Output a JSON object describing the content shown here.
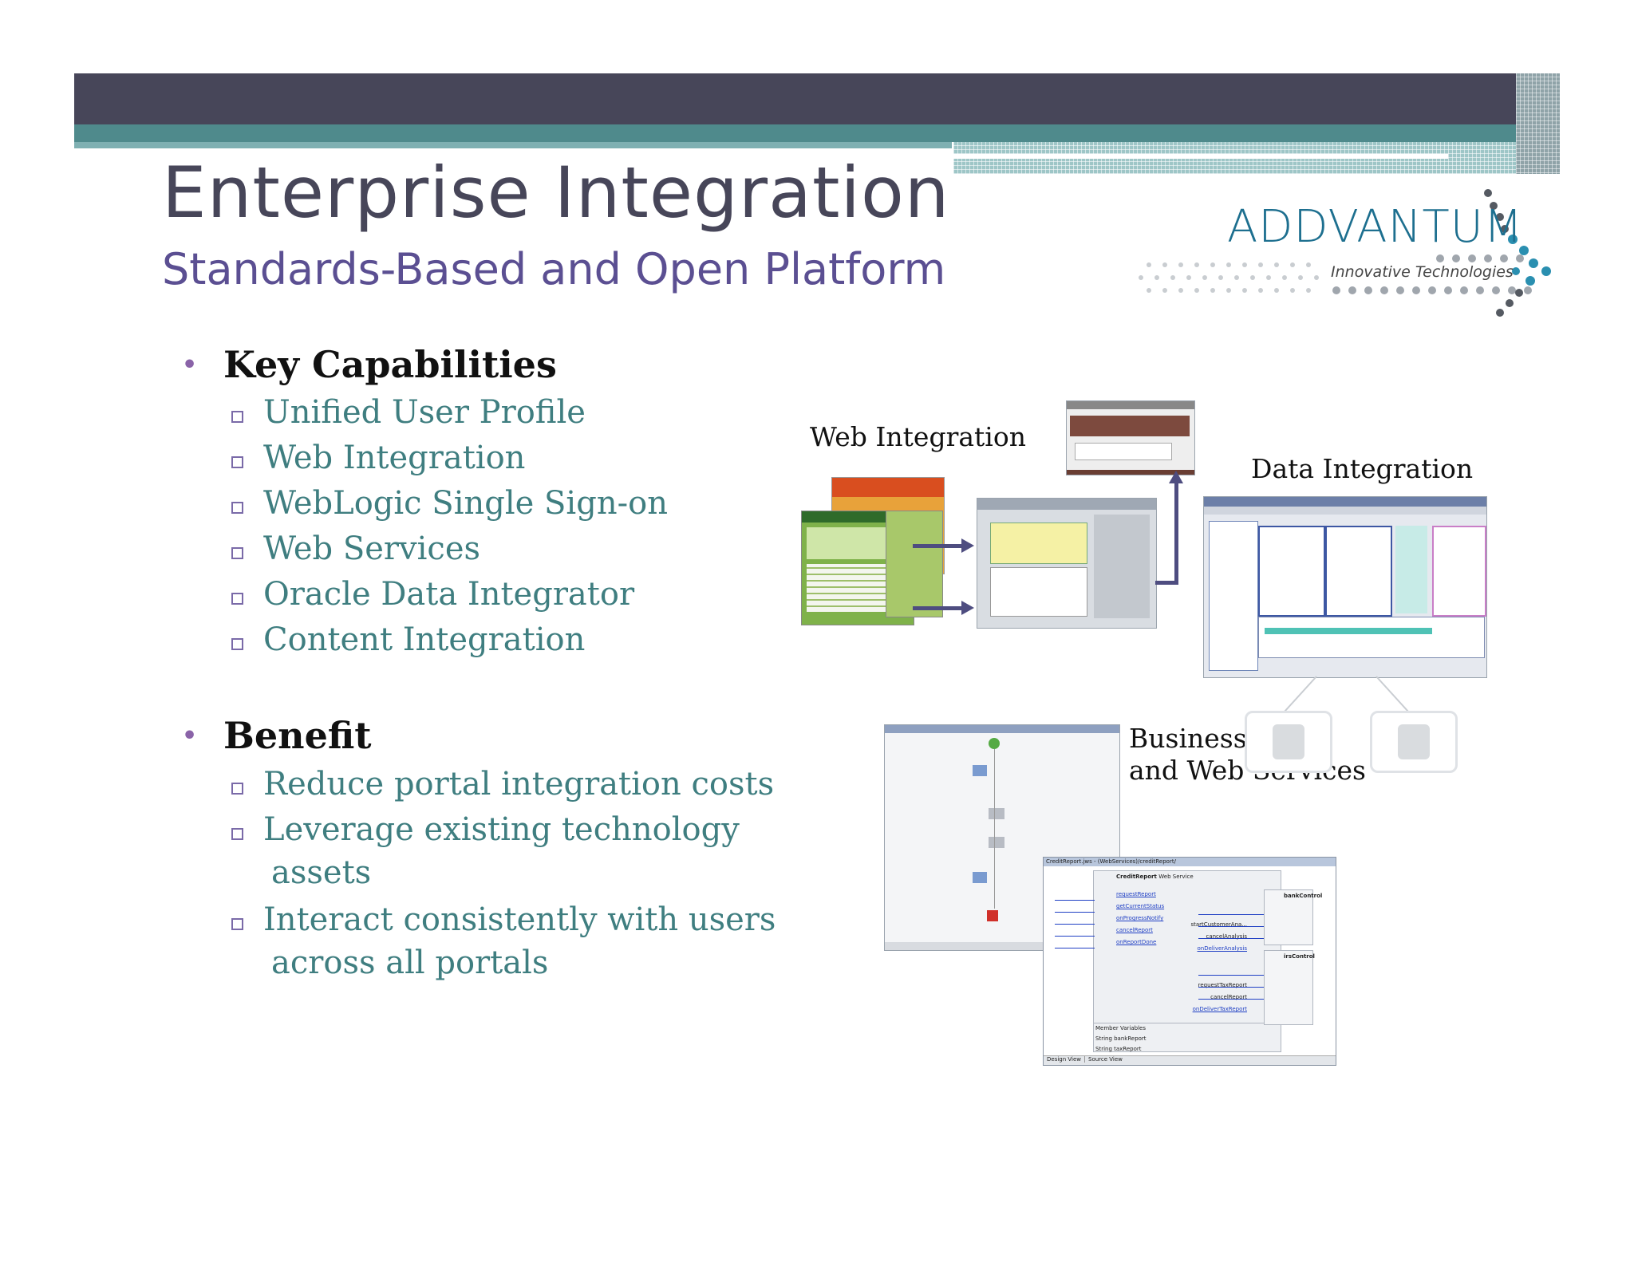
{
  "title": "Enterprise Integration",
  "subtitle": "Standards-Based and Open Platform",
  "logo": {
    "name": "ADDVANTUM",
    "tagline": "Innovative Technologies"
  },
  "sections": [
    {
      "heading": "Key Capabilities",
      "items": [
        "Unified User Profile",
        "Web Integration",
        "WebLogic Single Sign-on",
        "Web Services",
        "Oracle Data Integrator",
        "Content Integration"
      ]
    },
    {
      "heading": "Benefit",
      "items": [
        "Reduce portal integration costs",
        "Leverage existing technology",
        "assets",
        "Interact consistently with users",
        "across all portals"
      ]
    }
  ],
  "diagram": {
    "web_integration": "Web Integration",
    "data_integration": "Data Integration",
    "business_line1": "Business",
    "business_line1_end": "es",
    "business_line2": "and Web Services"
  },
  "credit_report": {
    "window_title": "CreditReport.jws - (WebServices)/creditReport/",
    "header": "CreditReport",
    "header_sub": "Web Service",
    "methods": [
      "requestReport",
      "getCurrentStatus",
      "onProgressNotify",
      "cancelReport",
      "onReportDone"
    ],
    "bank_control": "bankControl",
    "bank_methods": [
      "startCustomerAna...",
      "cancelAnalysis",
      "onDeliverAnalysis"
    ],
    "irs_control": "irsControl",
    "irs_methods": [
      "requestTaxReport",
      "cancelReport",
      "onDeliverTaxReport"
    ],
    "member_vars_title": "Member Variables",
    "member_vars": [
      "String bankReport",
      "String taxReport"
    ],
    "tabs": [
      "Design View",
      "Source View"
    ]
  },
  "colors": {
    "band_dark": "#474659",
    "band_teal": "#4f8a8c",
    "title": "#474659",
    "subtitle": "#5b4f92",
    "sub_text": "#3f7e80",
    "bullet": "#8a63a8",
    "arrow": "#4e4d80"
  }
}
